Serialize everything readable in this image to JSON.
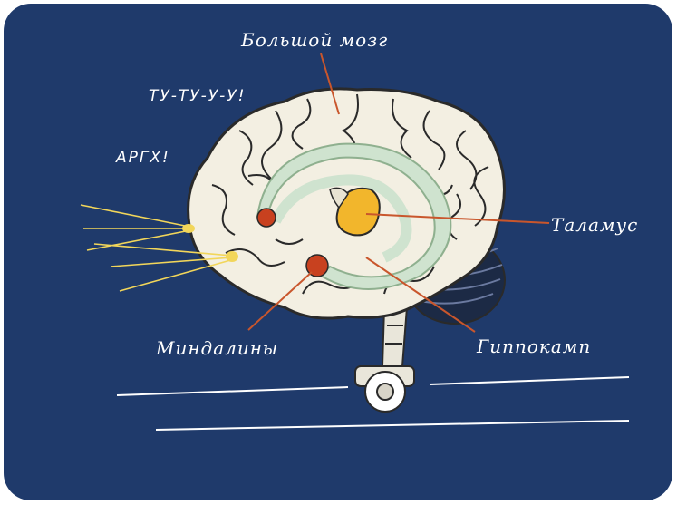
{
  "labels": {
    "cerebrum": "Большой мозг",
    "thalamus": "Таламус",
    "amygdala": "Миндалины",
    "hippocampus": "Гиппокамп"
  },
  "exclamations": {
    "first": "ТУ-ТУ-У-У!",
    "second": "АРГХ!"
  },
  "colors": {
    "background": "#1f3a6b",
    "brain": "#f3efe2",
    "brain_outline": "#2a2a2a",
    "limbic": "#cfe3cf",
    "thalamus": "#f2b62c",
    "amygdala": "#c8411f",
    "leader_line": "#c9562c",
    "rays": "#f2d65a"
  }
}
